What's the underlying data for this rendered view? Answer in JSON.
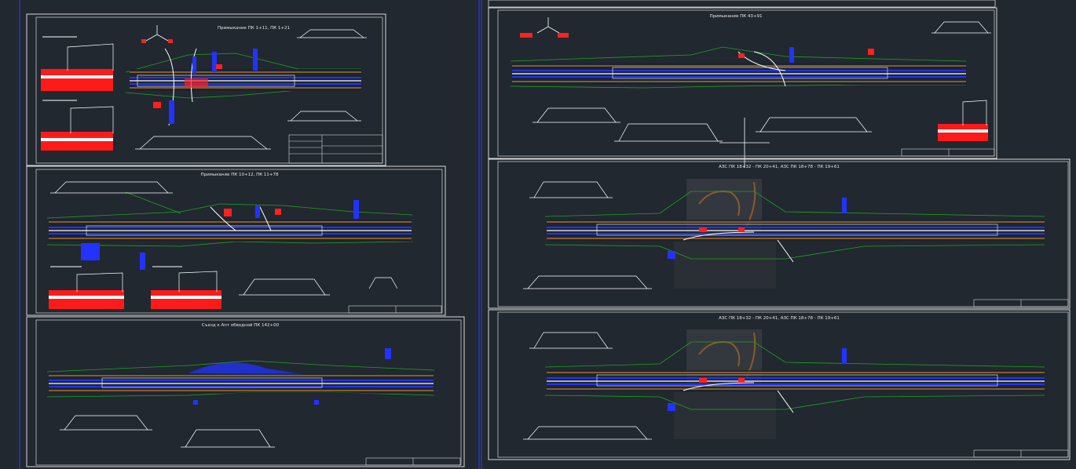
{
  "app": {
    "background": "#212830",
    "sheet_border_color": "#d9d9d9",
    "accent_colors": {
      "road_blue": "#2233ff",
      "red": "#ff2020",
      "green": "#1fa31f",
      "brown": "#8a5a2a",
      "white": "#ffffff",
      "grey": "#8a8a8a"
    }
  },
  "sheets": [
    {
      "id": "s1",
      "title": "Примыкание ПК 1+11, ПК 1+21"
    },
    {
      "id": "s2",
      "title": "Примыкание ПК 10+12, ПК 11+78"
    },
    {
      "id": "s3",
      "title": "Съезд к Апт обводной ПК 142+00"
    },
    {
      "id": "s4",
      "title": "Примыкание ПК 43+91"
    },
    {
      "id": "s5",
      "title": "АЗС ПК 18+32 - ПК 20+41, АЗС ПК 18+78 - ПК 19+61"
    },
    {
      "id": "s6",
      "title": "АЗС ПК 18+32 - ПК 20+41, АЗС ПК 18+78 - ПК 19+61"
    }
  ]
}
